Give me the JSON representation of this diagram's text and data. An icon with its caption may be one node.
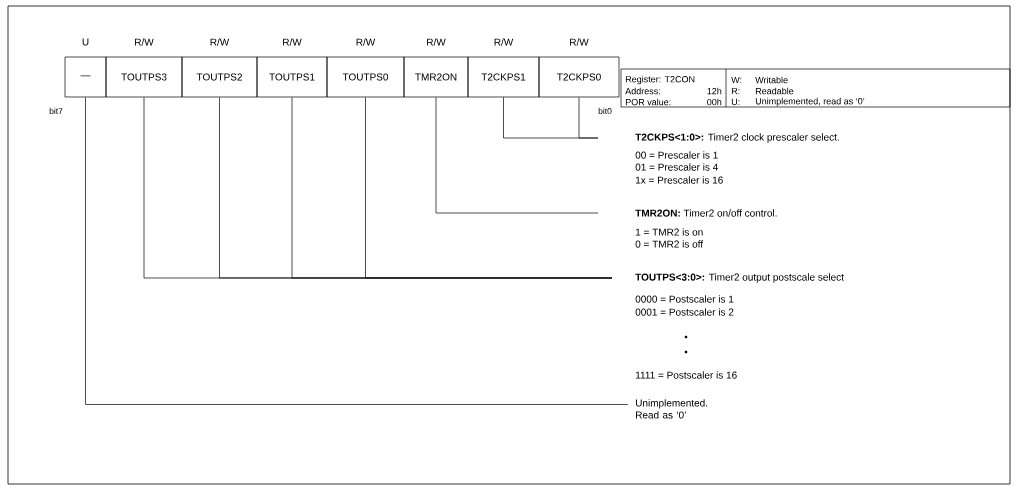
{
  "diagram": {
    "nodes": [
      {
        "text": [
          "—"
        ]
      },
      {
        "text": [
          "TOUTPS3"
        ]
      },
      {
        "text": [
          "TOUTPS2"
        ]
      },
      {
        "text": [
          "TOUTPS1"
        ]
      },
      {
        "text": [
          "TOUTPS0"
        ]
      },
      {
        "text": [
          "TMR2ON"
        ]
      },
      {
        "text": [
          "T2CKPS1"
        ]
      },
      {
        "text": [
          "T2CKPS0"
        ]
      },
      {
        "text": [
          "**T2CKPS<1:0>:** Timer2 clock prescaler select."
        ],
        "beside": [
          "00 = Prescaler is 1",
          "01 = Prescaler is 4",
          "1x = Prescaler is 16"
        ]
      },
      {
        "text": [
          "**TMR2ON:** Timer2 on/off control."
        ],
        "beside": [
          "1 = TMR2 is on",
          "0 = TMR2 is off"
        ]
      },
      {
        "text": [
          "**TOUTPS<3:0>:** Timer2 output postscale select"
        ],
        "beside": [
          "0000 = Postscaler is 1",
          "0001 = Postscaler is 2",
          "•",
          "•",
          "1111 = Postscaler is 16"
        ]
      },
      {
        "text": [
          "Unimplemented. Read as ‘0’"
        ]
      }
    ],
    "edges": [
      {
        "from": 6,
        "to": 8,
        "arrow": "none"
      },
      {
        "from": 7,
        "to": 8,
        "arrow": "none"
      },
      {
        "from": 5,
        "to": 9,
        "arrow": "none"
      },
      {
        "from": 1,
        "to": 10,
        "arrow": "none"
      },
      {
        "from": 2,
        "to": 10,
        "arrow": "none"
      },
      {
        "from": 3,
        "to": 10,
        "arrow": "none"
      },
      {
        "from": 4,
        "to": 10,
        "arrow": "none"
      },
      {
        "from": 0,
        "to": 11,
        "arrow": "none"
      }
    ],
    "labels": [
      "U",
      "R/W",
      "R/W",
      "R/W",
      "R/W",
      "R/W",
      "R/W",
      "R/W",
      "Register: T2CON",
      "W:",
      "Writable",
      "Address:",
      "12h",
      "R:",
      "Readable",
      "POR value:",
      "00h",
      "U:",
      "Unimplemented, read as ‘0’",
      "bit7",
      "bit0"
    ]
  }
}
